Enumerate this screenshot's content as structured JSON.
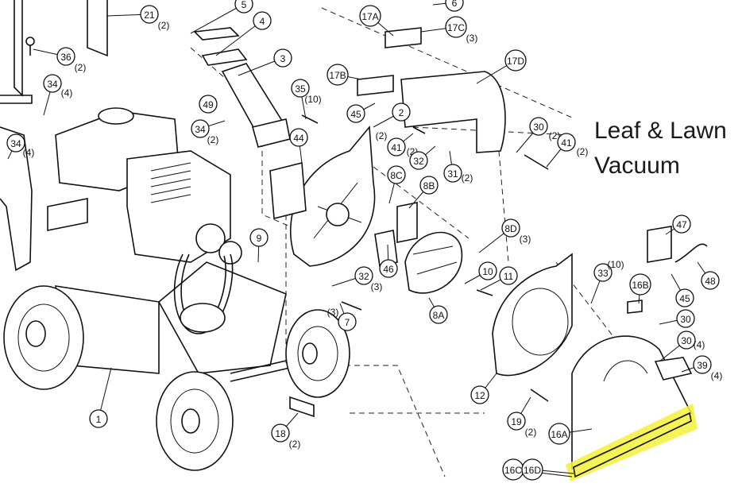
{
  "title": {
    "line1": "Leaf & Lawn",
    "line2": "Vacuum"
  },
  "colors": {
    "highlight": "#f4f13c",
    "ink": "#111111"
  },
  "callouts": [
    {
      "label": "5",
      "qty": ""
    },
    {
      "label": "6",
      "qty": ""
    },
    {
      "label": "4",
      "qty": ""
    },
    {
      "label": "3",
      "qty": ""
    },
    {
      "label": "21",
      "qty": "(2)"
    },
    {
      "label": "36",
      "qty": "(2)"
    },
    {
      "label": "34",
      "qty": "(4)"
    },
    {
      "label": "17A",
      "qty": ""
    },
    {
      "label": "17C",
      "qty": "(3)"
    },
    {
      "label": "17D",
      "qty": ""
    },
    {
      "label": "17B",
      "qty": ""
    },
    {
      "label": "35",
      "qty": "(10)"
    },
    {
      "label": "49",
      "qty": ""
    },
    {
      "label": "34",
      "qty": "(2)"
    },
    {
      "label": "45",
      "qty": ""
    },
    {
      "label": "2",
      "qty": "(2)"
    },
    {
      "label": "41",
      "qty": "(2)"
    },
    {
      "label": "32",
      "qty": ""
    },
    {
      "label": "31",
      "qty": "(2)"
    },
    {
      "label": "30",
      "qty": "(2)"
    },
    {
      "label": "41",
      "qty": "(2)"
    },
    {
      "label": "44",
      "qty": ""
    },
    {
      "label": "8C",
      "qty": ""
    },
    {
      "label": "8B",
      "qty": ""
    },
    {
      "label": "9",
      "qty": ""
    },
    {
      "label": "46",
      "qty": ""
    },
    {
      "label": "8D",
      "qty": "(3)"
    },
    {
      "label": "47",
      "qty": ""
    },
    {
      "label": "32",
      "qty": "(3)"
    },
    {
      "label": "10",
      "qty": ""
    },
    {
      "label": "11",
      "qty": ""
    },
    {
      "label": "33",
      "qty": "(10)"
    },
    {
      "label": "48",
      "qty": ""
    },
    {
      "label": "16B",
      "qty": ""
    },
    {
      "label": "45",
      "qty": ""
    },
    {
      "label": "7",
      "qty": "(3)"
    },
    {
      "label": "8A",
      "qty": ""
    },
    {
      "label": "30",
      "qty": ""
    },
    {
      "label": "30",
      "qty": "(4)"
    },
    {
      "label": "39",
      "qty": "(4)"
    },
    {
      "label": "12",
      "qty": ""
    },
    {
      "label": "1",
      "qty": ""
    },
    {
      "label": "19",
      "qty": "(2)"
    },
    {
      "label": "18",
      "qty": "(2)"
    },
    {
      "label": "16A",
      "qty": ""
    },
    {
      "label": "16C",
      "qty": ""
    },
    {
      "label": "16D",
      "qty": ""
    },
    {
      "label": "34",
      "qty": "(4)"
    }
  ]
}
